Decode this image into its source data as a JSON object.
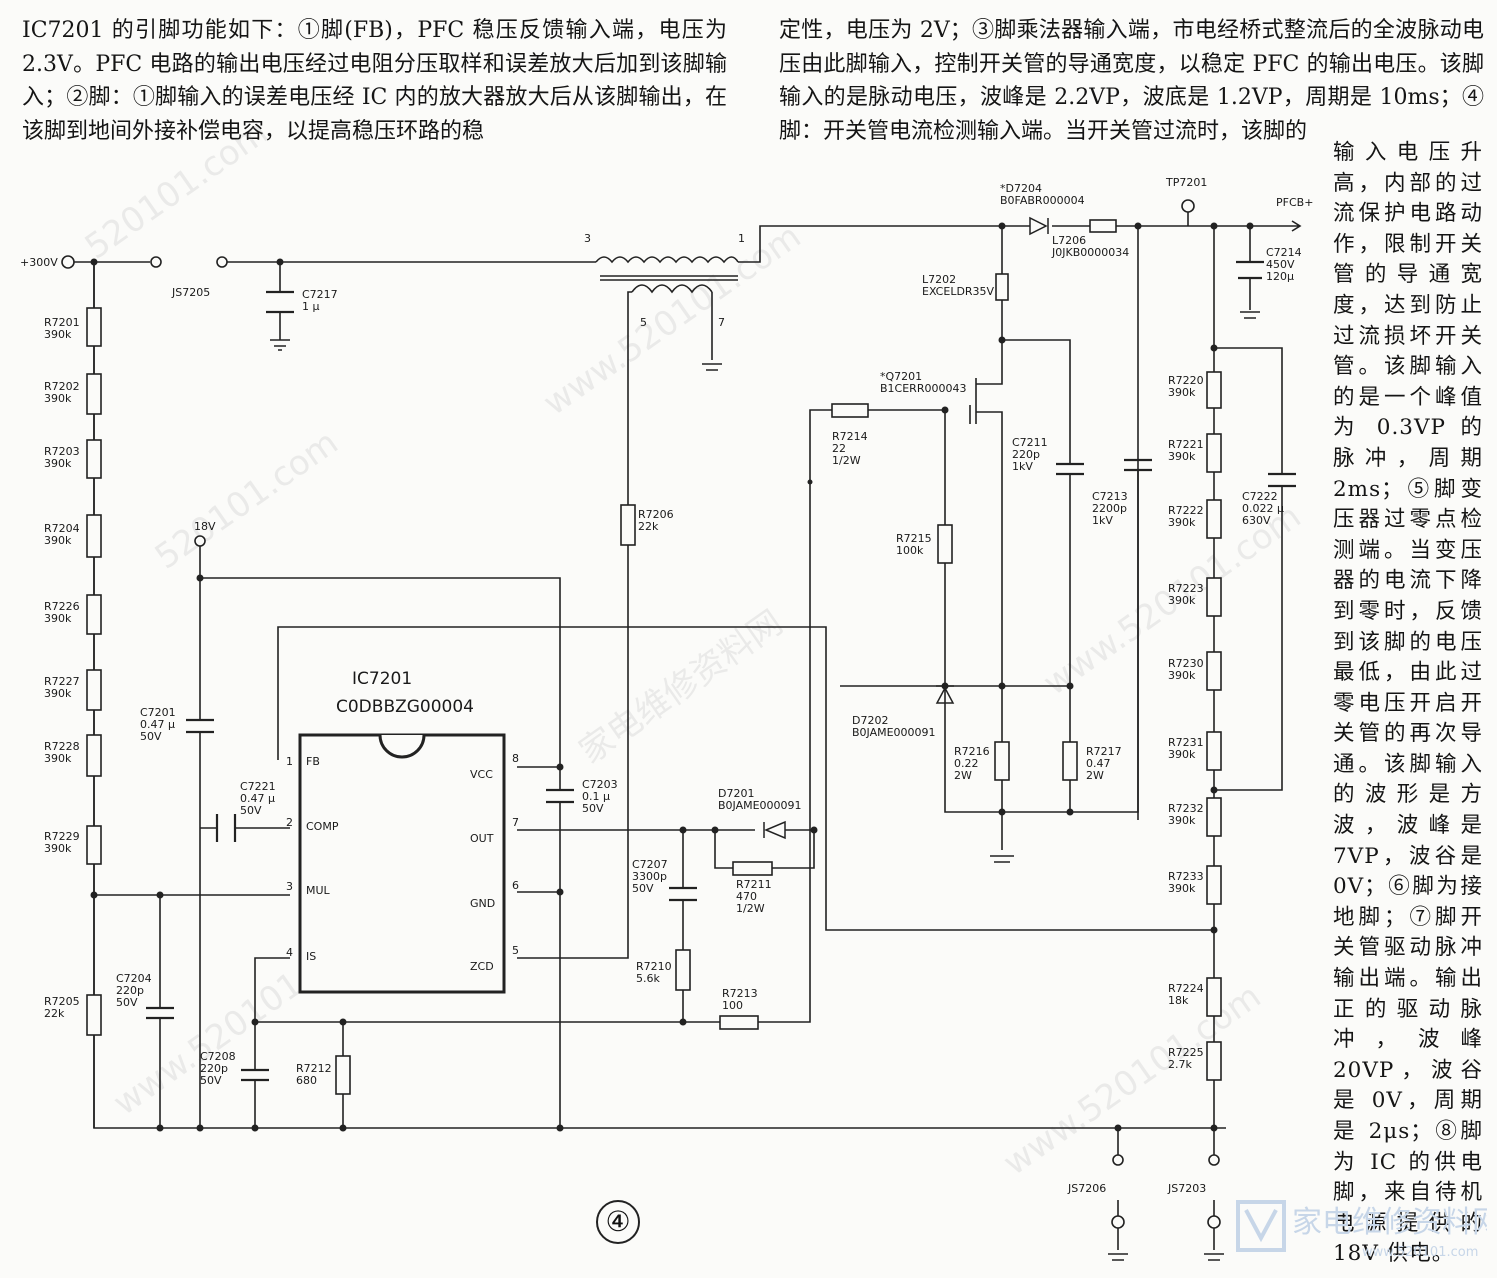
{
  "text": {
    "left_paragraph": "IC7201 的引脚功能如下：①脚(FB)，PFC 稳压反馈输入端，电压为 2.3V。PFC 电路的输出电压经过电阻分压取样和误差放大后加到该脚输入；②脚：①脚输入的误差电压经 IC 内的放大器放大后从该脚输出，在该脚到地间外接补偿电容，以提高稳压环路的稳",
    "right_paragraph": "定性，电压为 2V；③脚乘法器输入端，市电经桥式整流后的全波脉动电压由此脚输入，控制开关管的导通宽度，以稳定 PFC 的输出电压。该脚输入的是脉动电压，波峰是 2.2VP，波底是 1.2VP，周期是 10ms；④脚：开关管电流检测输入端。当开关管过流时，该脚的",
    "side_paragraph": "输入电压升高，内部的过流保护电路动作，限制开关管的导通宽度，达到防止过流损坏开关管。该脚输入的是一个峰值为 0.3VP 的脉冲，周期 2ms；⑤脚变压器过零点检测端。当变压器的电流下降到零时，反馈到该脚的电压最低，由此过零电压开启开关管的再次导通。该脚输入的波形是方波，波峰是 7VP，波谷是 0V；⑥脚为接地脚；⑦脚开关管驱动脉冲输出端。输出正的驱动脉冲，波峰 20VP，波谷是 0V，周期是 2μs；⑧脚为 IC 的供电脚，来自待机电源提供的 18V 供电。"
  },
  "figure_number": "④",
  "watermark": {
    "site": "家电维修资料网",
    "url": "www.520101.com",
    "url_short": "520101.com"
  },
  "logo": {
    "text": "家电维修资料网",
    "url": "www.520101.com"
  },
  "ic": {
    "name": "IC7201",
    "part": "C0DBBZG00004",
    "pins_left": [
      {
        "num": "1",
        "name": "FB"
      },
      {
        "num": "2",
        "name": "COMP"
      },
      {
        "num": "3",
        "name": "MUL"
      },
      {
        "num": "4",
        "name": "IS"
      }
    ],
    "pins_right": [
      {
        "num": "8",
        "name": "VCC"
      },
      {
        "num": "7",
        "name": "OUT"
      },
      {
        "num": "6",
        "name": "GND"
      },
      {
        "num": "5",
        "name": "ZCD"
      }
    ]
  },
  "nets": {
    "input": "+300V",
    "supply": "18V",
    "output": "PFCB+",
    "testpoint": "TP7201",
    "jumper_in": "JS7205"
  },
  "transformer": {
    "pin3": "3",
    "pin1": "1",
    "pin5": "5",
    "pin7": "7"
  },
  "components": {
    "R7201": [
      "R7201",
      "390k"
    ],
    "R7202": [
      "R7202",
      "390k"
    ],
    "R7203": [
      "R7203",
      "390k"
    ],
    "R7204": [
      "R7204",
      "390k"
    ],
    "R7226": [
      "R7226",
      "390k"
    ],
    "R7227": [
      "R7227",
      "390k"
    ],
    "R7228": [
      "R7228",
      "390k"
    ],
    "R7229": [
      "R7229",
      "390k"
    ],
    "R7205": [
      "R7205",
      "22k"
    ],
    "C7217": [
      "C7217",
      "1 μ"
    ],
    "C7201": [
      "C7201",
      "0.47 μ",
      "50V"
    ],
    "C7221": [
      "C7221",
      "0.47 μ",
      "50V"
    ],
    "C7204": [
      "C7204",
      "220p",
      "50V"
    ],
    "C7208": [
      "C7208",
      "220p",
      "50V"
    ],
    "R7212": [
      "R7212",
      "680"
    ],
    "C7203": [
      "C7203",
      "0.1 μ",
      "50V"
    ],
    "C7207": [
      "C7207",
      "3300p",
      "50V"
    ],
    "R7210": [
      "R7210",
      "5.6k"
    ],
    "R7213": [
      "R7213",
      "100"
    ],
    "R7206": [
      "R7206",
      "22k"
    ],
    "D7201": [
      "D7201",
      "B0JAME000091"
    ],
    "R7211": [
      "R7211",
      "470",
      "1/2W"
    ],
    "R7214": [
      "R7214",
      "22",
      "1/2W"
    ],
    "Q7201": [
      "*Q7201",
      "B1CERR000043"
    ],
    "R7215": [
      "R7215",
      "100k"
    ],
    "D7202": [
      "D7202",
      "B0JAME000091"
    ],
    "R7216": [
      "R7216",
      "0.22",
      "2W"
    ],
    "R7217": [
      "R7217",
      "0.47",
      "2W"
    ],
    "C7211": [
      "C7211",
      "220p",
      "1kV"
    ],
    "C7213": [
      "C7213",
      "2200p",
      "1kV"
    ],
    "L7202": [
      "L7202",
      "EXCELDR35V"
    ],
    "D7204": [
      "*D7204",
      "B0FABR000004"
    ],
    "L7206": [
      "L7206",
      "J0JKB0000034"
    ],
    "C7214": [
      "C7214",
      "450V",
      "120μ"
    ],
    "C7222": [
      "C7222",
      "0.022 μ",
      "630V"
    ],
    "R7220": [
      "R7220",
      "390k"
    ],
    "R7221": [
      "R7221",
      "390k"
    ],
    "R7222": [
      "R7222",
      "390k"
    ],
    "R7223": [
      "R7223",
      "390k"
    ],
    "R7230": [
      "R7230",
      "390k"
    ],
    "R7231": [
      "R7231",
      "390k"
    ],
    "R7232": [
      "R7232",
      "390k"
    ],
    "R7233": [
      "R7233",
      "390k"
    ],
    "R7224": [
      "R7224",
      "18k"
    ],
    "R7225": [
      "R7225",
      "2.7k"
    ],
    "JS7206": [
      "JS7206"
    ],
    "JS7203": [
      "JS7203"
    ]
  }
}
